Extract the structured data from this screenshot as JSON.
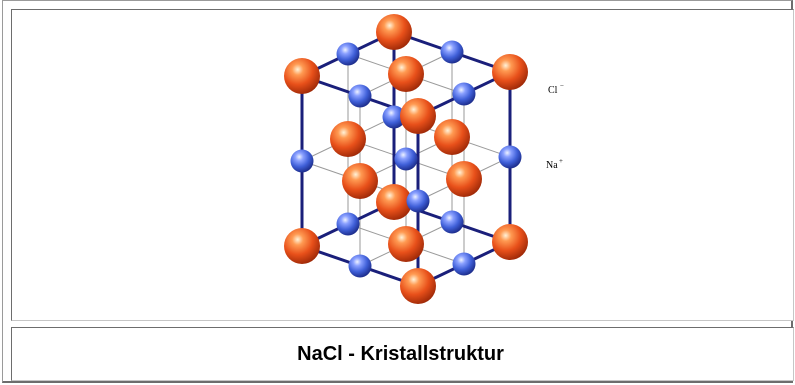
{
  "caption": "NaCl - Kristallstruktur",
  "labels": {
    "chloride": {
      "symbol": "Cl",
      "charge": "−"
    },
    "sodium": {
      "symbol": "Na",
      "charge": "+"
    }
  },
  "colors": {
    "chloride_ion": "#e8501a",
    "sodium_ion": "#3f5fd8",
    "cube_edge": "#1a1f7a",
    "inner_line": "#9a9a9a"
  }
}
